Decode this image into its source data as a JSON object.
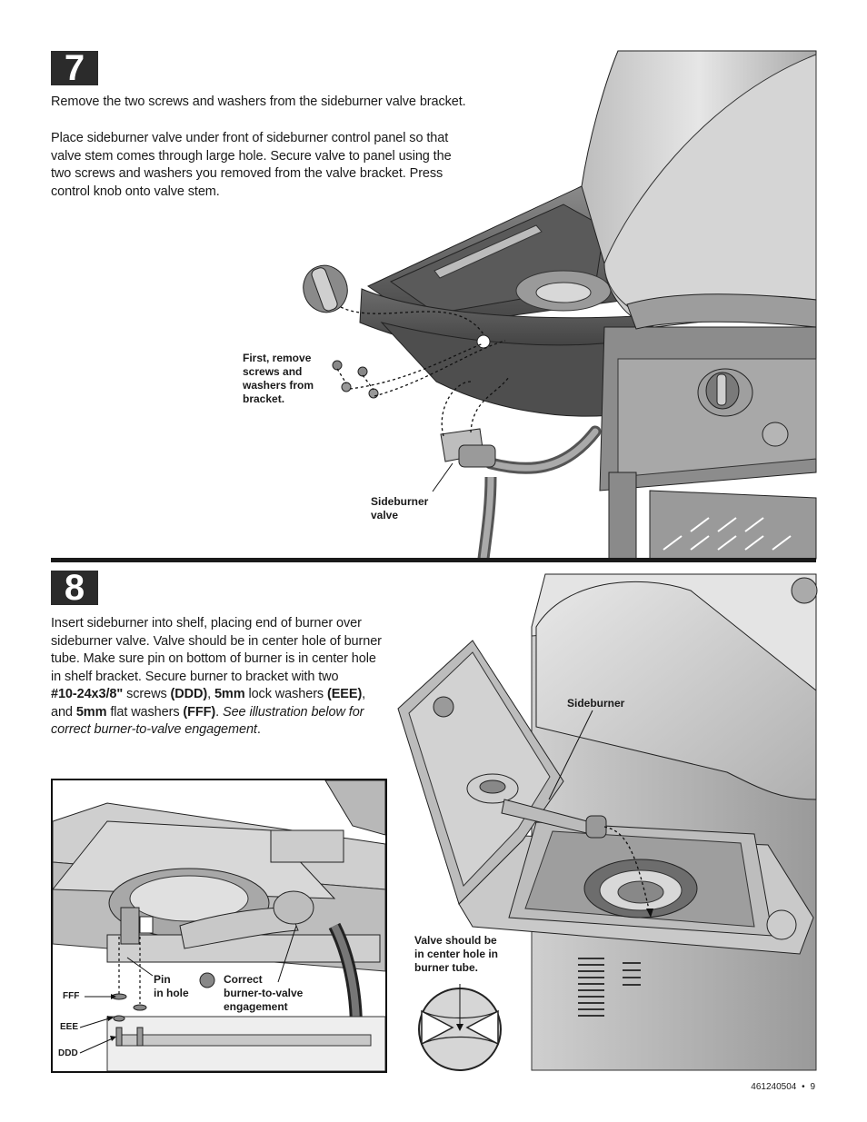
{
  "step7": {
    "number": "7",
    "para1": "Remove the two screws and washers from the sideburner valve bracket.",
    "para2_lines": [
      "Place sideburner valve under front of sideburner control panel so that",
      "valve stem comes through large hole. Secure valve to panel using the",
      "two screws and washers you removed from the valve bracket. Press",
      "control knob onto valve stem."
    ],
    "callout_remove_lines": [
      "First, remove",
      "screws and",
      "washers from",
      "bracket."
    ],
    "callout_valve_lines": [
      "Sideburner",
      "valve"
    ]
  },
  "step8": {
    "number": "8",
    "lines": [
      "Insert sideburner into shelf, placing end of burner over",
      "sideburner valve. Valve should be in center hole of burner",
      "tube. Make sure pin on bottom of burner is in center hole",
      "in shelf bracket. Secure burner to bracket with two"
    ],
    "line5": {
      "a": "#10-24x3/8\"",
      "b": " screws ",
      "c": "(DDD)",
      "d": ", ",
      "e": "5mm",
      "f": " lock washers ",
      "g": "(EEE)",
      "h": ","
    },
    "line6": {
      "a": "and ",
      "b": "5mm",
      "c": " flat washers ",
      "d": "(FFF)",
      "e": ". ",
      "f": "See illustration below for"
    },
    "line7": "correct burner-to-valve engagement",
    "line7_end": ".",
    "callout_sideburner": "Sideburner",
    "callout_valve_center_lines": [
      "Valve should be",
      "in center hole in",
      "burner tube."
    ],
    "inset": {
      "pin_lines": [
        "Pin",
        "in hole"
      ],
      "correct_lines": [
        "Correct",
        "burner-to-valve",
        "engagement"
      ],
      "fff": "FFF",
      "eee": "EEE",
      "ddd": "DDD"
    }
  },
  "footer": {
    "doc_number": "461240504",
    "separator": "•",
    "page": "9"
  }
}
